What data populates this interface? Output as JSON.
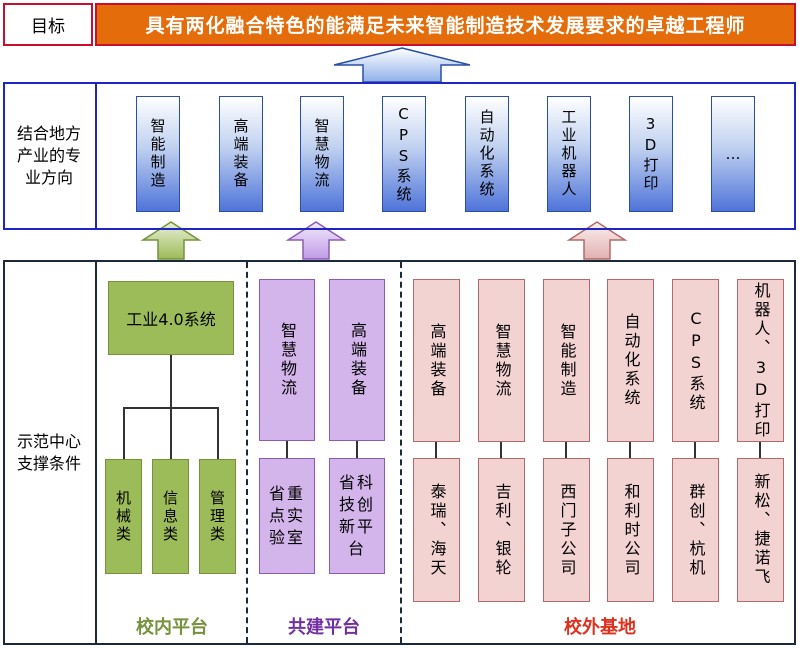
{
  "goal": {
    "label": "目标",
    "text": "具有两化融合特色的能满足未来智能制造技术发展要求的卓越工程师"
  },
  "direction": {
    "label_line1": "结合地方",
    "label_line2": "产业的专",
    "label_line3": "业方向",
    "items": [
      "智能制造",
      "高端装备",
      "智慧物流",
      "CPS系统",
      "自动化系统",
      "工业机器人",
      "3D打印",
      "…"
    ]
  },
  "support": {
    "label_line1": "示范中心",
    "label_line2": "支撑条件",
    "campus": {
      "title": "工业4.0系统",
      "columns": [
        "机械类",
        "信息类",
        "管理类"
      ],
      "section_label": "校内平台"
    },
    "joint": {
      "tops": [
        "智慧物流",
        "高端装备"
      ],
      "bottoms": [
        {
          "line1": "省重",
          "line2": "点实",
          "line3": "验室"
        },
        {
          "line1": "省科",
          "line2": "技创",
          "line3": "新平",
          "line4": "台"
        }
      ],
      "section_label": "共建平台"
    },
    "external": {
      "tops": [
        "高端装备",
        "智慧物流",
        "智能制造",
        "自动化系统",
        "CPS系统",
        "机器人、3D打印"
      ],
      "bottoms": [
        "泰瑞、海天",
        "吉利、银轮",
        "西门子公司",
        "和利时公司",
        "群创、杭机",
        "新松、捷诺飞"
      ],
      "section_label": "校外基地"
    }
  },
  "colors": {
    "goal_fill": "#e46c0a",
    "goal_border": "#c8102e",
    "direction_border": "#1f24c7",
    "campus_green": "#9cbb59",
    "joint_purple": "#d3b5ec",
    "external_pink": "#f3d2d2",
    "campus_label": "#76923c",
    "joint_label": "#7030a0",
    "external_label": "#e0301e"
  }
}
